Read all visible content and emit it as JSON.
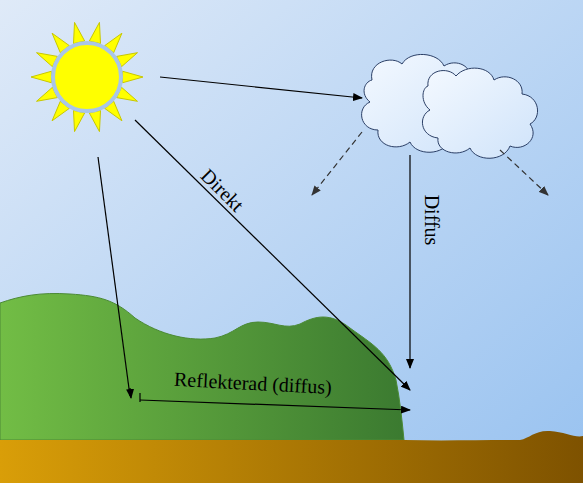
{
  "diagram": {
    "labels": [
      "Direkt",
      "Diffus",
      "Reflekterad (diffus)"
    ]
  }
}
